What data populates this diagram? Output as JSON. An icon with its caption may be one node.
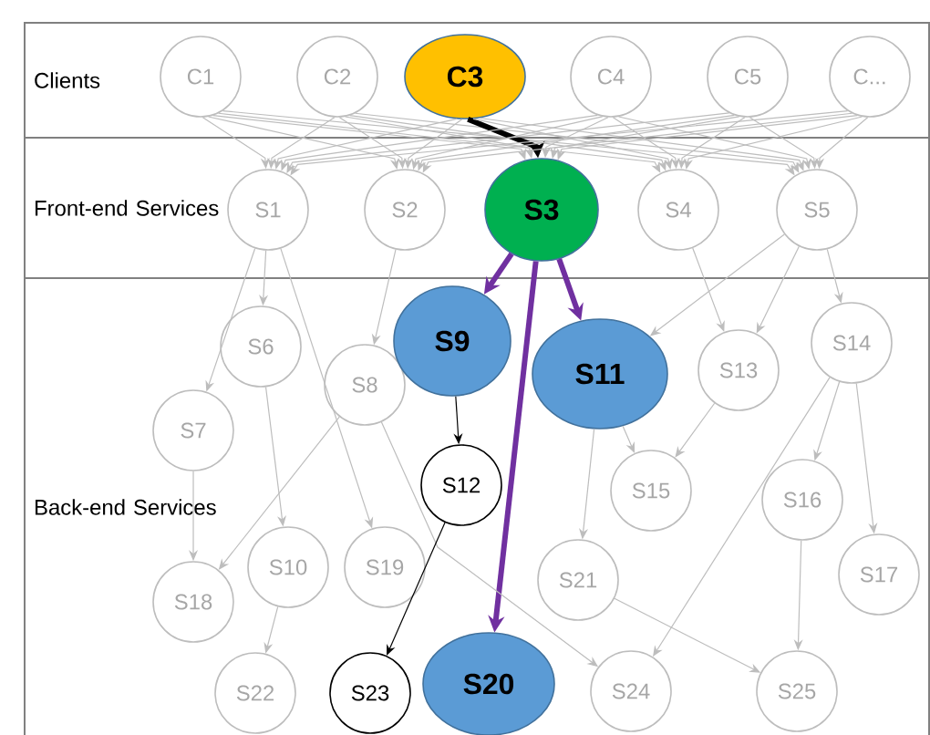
{
  "diagram": {
    "nodes": [
      {
        "text": [
          "Clients"
        ]
      },
      {
        "text": [
          "Front-end Services"
        ]
      },
      {
        "text": [
          "Back-end Services"
        ]
      },
      {
        "text": [
          "C1"
        ],
        "in": 0
      },
      {
        "text": [
          "C2"
        ],
        "in": 0
      },
      {
        "text": [
          "C3"
        ],
        "in": 0
      },
      {
        "text": [
          "C4"
        ],
        "in": 0
      },
      {
        "text": [
          "C5"
        ],
        "in": 0
      },
      {
        "text": [
          "C..."
        ],
        "in": 0
      },
      {
        "text": [
          "S1"
        ],
        "in": 1
      },
      {
        "text": [
          "S2"
        ],
        "in": 1
      },
      {
        "text": [
          "S3"
        ],
        "in": 1
      },
      {
        "text": [
          "S4"
        ],
        "in": 1
      },
      {
        "text": [
          "S5"
        ],
        "in": 1
      },
      {
        "text": [
          "S6"
        ],
        "in": 2
      },
      {
        "text": [
          "S7"
        ],
        "in": 2
      },
      {
        "text": [
          "S8"
        ],
        "in": 2
      },
      {
        "text": [
          "S9"
        ],
        "in": 2
      },
      {
        "text": [
          "S10"
        ],
        "in": 2
      },
      {
        "text": [
          "S11"
        ],
        "in": 2
      },
      {
        "text": [
          "S12"
        ],
        "in": 2
      },
      {
        "text": [
          "S13"
        ],
        "in": 2
      },
      {
        "text": [
          "S14"
        ],
        "in": 2
      },
      {
        "text": [
          "S15"
        ],
        "in": 2
      },
      {
        "text": [
          "S16"
        ],
        "in": 2
      },
      {
        "text": [
          "S17"
        ],
        "in": 2
      },
      {
        "text": [
          "S18"
        ],
        "in": 2
      },
      {
        "text": [
          "S19"
        ],
        "in": 2
      },
      {
        "text": [
          "S20"
        ],
        "in": 2
      },
      {
        "text": [
          "S21"
        ],
        "in": 2
      },
      {
        "text": [
          "S22"
        ],
        "in": 2
      },
      {
        "text": [
          "S23"
        ],
        "in": 2
      },
      {
        "text": [
          "S24"
        ],
        "in": 2
      },
      {
        "text": [
          "S25"
        ],
        "in": 2
      }
    ],
    "edges": [
      {
        "from": 3,
        "to": 9,
        "arrow": "to"
      },
      {
        "from": 3,
        "to": 10,
        "arrow": "to"
      },
      {
        "from": 3,
        "to": 11,
        "arrow": "to"
      },
      {
        "from": 3,
        "to": 12,
        "arrow": "to"
      },
      {
        "from": 3,
        "to": 13,
        "arrow": "to"
      },
      {
        "from": 4,
        "to": 9,
        "arrow": "to"
      },
      {
        "from": 4,
        "to": 10,
        "arrow": "to"
      },
      {
        "from": 4,
        "to": 11,
        "arrow": "to"
      },
      {
        "from": 4,
        "to": 12,
        "arrow": "to"
      },
      {
        "from": 4,
        "to": 13,
        "arrow": "to"
      },
      {
        "from": 5,
        "to": 9,
        "arrow": "to"
      },
      {
        "from": 5,
        "to": 10,
        "arrow": "to"
      },
      {
        "from": 5,
        "to": 11,
        "arrow": "to",
        "style": "thick",
        "color": "#000000"
      },
      {
        "from": 5,
        "to": 12,
        "arrow": "to"
      },
      {
        "from": 5,
        "to": 13,
        "arrow": "to"
      },
      {
        "from": 6,
        "to": 9,
        "arrow": "to"
      },
      {
        "from": 6,
        "to": 10,
        "arrow": "to"
      },
      {
        "from": 6,
        "to": 11,
        "arrow": "to"
      },
      {
        "from": 6,
        "to": 12,
        "arrow": "to"
      },
      {
        "from": 6,
        "to": 13,
        "arrow": "to"
      },
      {
        "from": 7,
        "to": 9,
        "arrow": "to"
      },
      {
        "from": 7,
        "to": 10,
        "arrow": "to"
      },
      {
        "from": 7,
        "to": 11,
        "arrow": "to"
      },
      {
        "from": 7,
        "to": 12,
        "arrow": "to"
      },
      {
        "from": 7,
        "to": 13,
        "arrow": "to"
      },
      {
        "from": 8,
        "to": 9,
        "arrow": "to"
      },
      {
        "from": 8,
        "to": 10,
        "arrow": "to"
      },
      {
        "from": 8,
        "to": 11,
        "arrow": "to"
      },
      {
        "from": 8,
        "to": 12,
        "arrow": "to"
      },
      {
        "from": 8,
        "to": 13,
        "arrow": "to"
      },
      {
        "from": 11,
        "to": 17,
        "arrow": "to",
        "style": "thick",
        "color": "#7030a0"
      },
      {
        "from": 11,
        "to": 19,
        "arrow": "to",
        "style": "thick",
        "color": "#7030a0"
      },
      {
        "from": 11,
        "to": 28,
        "arrow": "to",
        "style": "thick",
        "color": "#7030a0"
      },
      {
        "from": 9,
        "to": 14,
        "arrow": "to"
      },
      {
        "from": 9,
        "to": 15,
        "arrow": "to"
      },
      {
        "from": 9,
        "to": 27,
        "arrow": "to"
      },
      {
        "from": 10,
        "to": 16,
        "arrow": "to"
      },
      {
        "from": 12,
        "to": 21,
        "arrow": "to"
      },
      {
        "from": 13,
        "to": 21,
        "arrow": "to"
      },
      {
        "from": 13,
        "to": 22,
        "arrow": "to"
      },
      {
        "from": 13,
        "to": 19,
        "arrow": "to"
      },
      {
        "from": 14,
        "to": 18,
        "arrow": "to"
      },
      {
        "from": 15,
        "to": 26,
        "arrow": "to"
      },
      {
        "from": 16,
        "to": 26,
        "arrow": "to"
      },
      {
        "from": 16,
        "to": 32,
        "arrow": "to"
      },
      {
        "from": 17,
        "to": 20,
        "arrow": "to",
        "color": "#000000"
      },
      {
        "from": 20,
        "to": 31,
        "arrow": "to",
        "color": "#000000"
      },
      {
        "from": 19,
        "to": 23,
        "arrow": "to"
      },
      {
        "from": 19,
        "to": 29,
        "arrow": "to"
      },
      {
        "from": 21,
        "to": 23,
        "arrow": "to"
      },
      {
        "from": 22,
        "to": 24,
        "arrow": "to"
      },
      {
        "from": 22,
        "to": 25,
        "arrow": "to"
      },
      {
        "from": 22,
        "to": 32,
        "arrow": "to"
      },
      {
        "from": 24,
        "to": 33,
        "arrow": "to"
      },
      {
        "from": 29,
        "to": 33,
        "arrow": "to"
      },
      {
        "from": 18,
        "to": 30,
        "arrow": "to"
      }
    ]
  }
}
